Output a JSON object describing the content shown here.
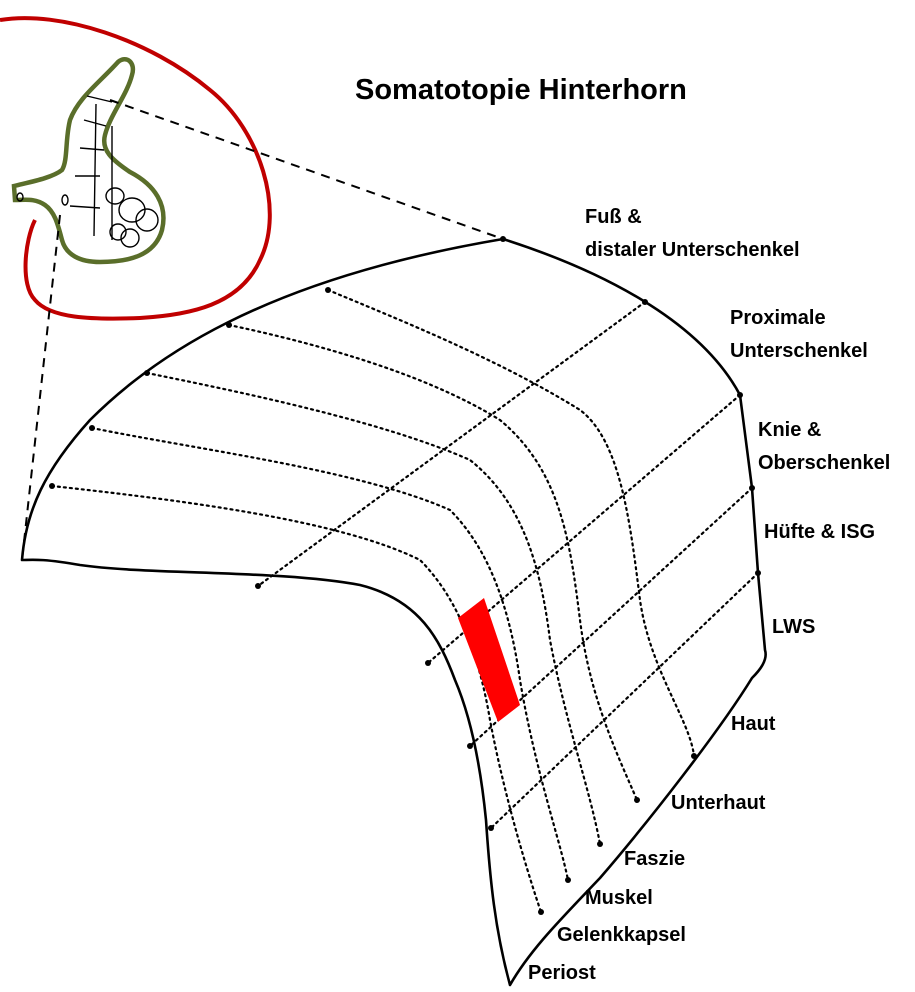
{
  "title": "Somatotopie Hinterhorn",
  "labels_body_regions": [
    [
      "Fuß &",
      "distaler Unterschenkel"
    ],
    [
      "Proximale",
      "Unterschenkel"
    ],
    [
      "Knie &",
      "Oberschenkel"
    ],
    [
      "Hüfte & ISG"
    ],
    [
      "LWS"
    ]
  ],
  "labels_tissue_layers": [
    "Haut",
    "Unterhaut",
    "Faszie",
    "Muskel",
    "Gelenkkapsel",
    "Periost"
  ],
  "colors": {
    "outline": "#000000",
    "spinal_cord_outline": "#c00000",
    "gray_matter_outline": "#5a6e2a",
    "highlight": "#ff0000"
  }
}
